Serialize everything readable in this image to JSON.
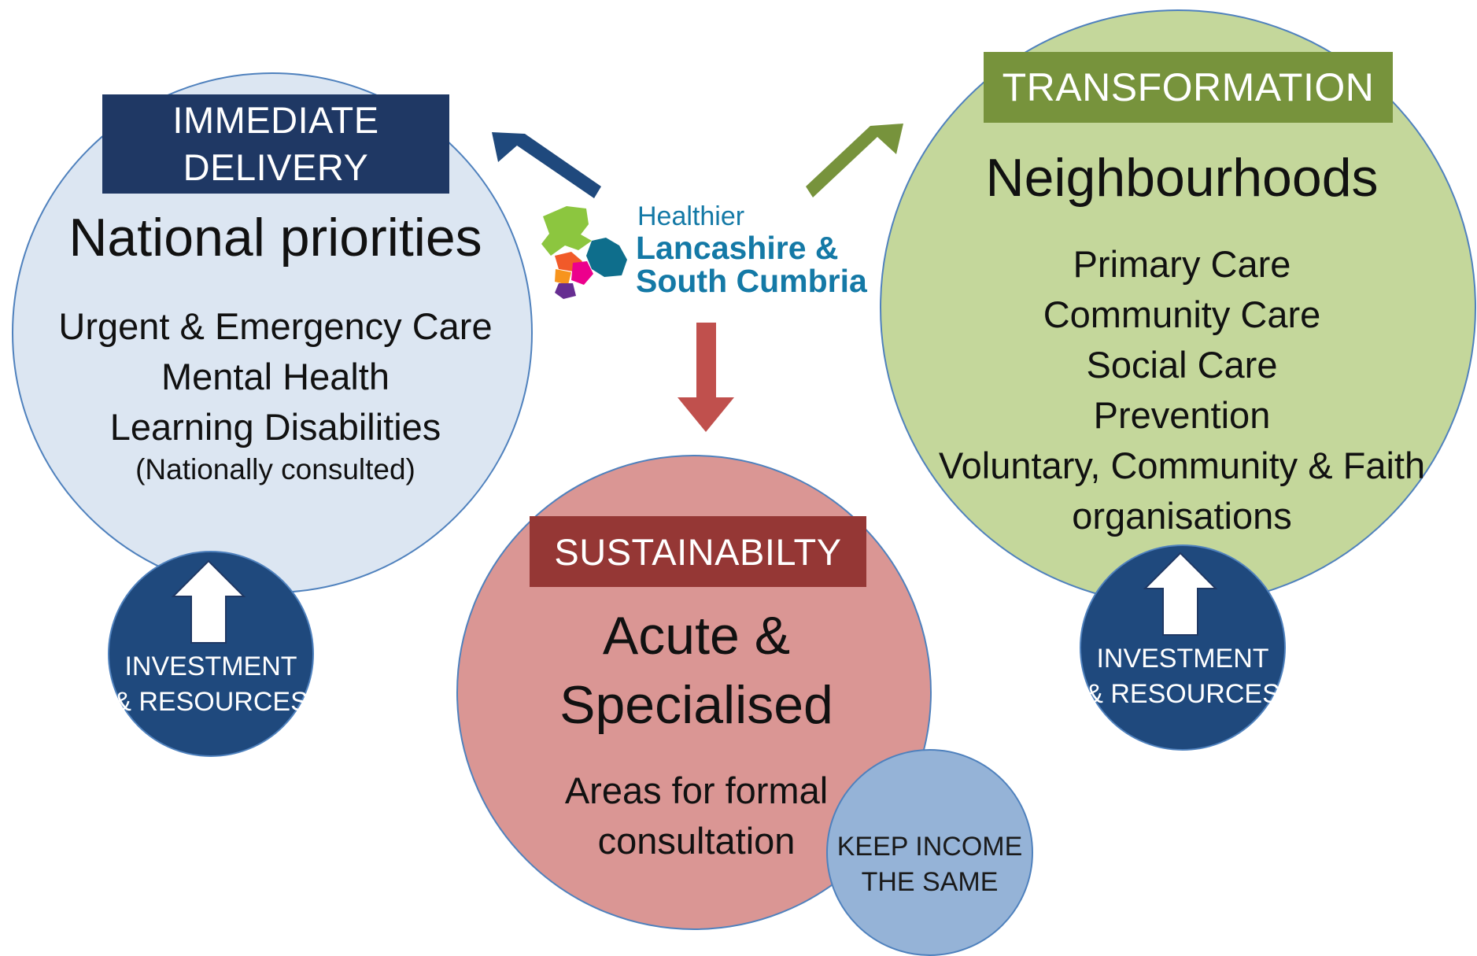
{
  "colors": {
    "immediate_fill": "#dce6f2",
    "immediate_banner": "#1f3864",
    "transformation_fill": "#c4d79b",
    "transformation_banner": "#77933c",
    "sustainability_fill": "#da9694",
    "sustainability_banner": "#953735",
    "investment_fill": "#1f497d",
    "keep_income_fill": "#95b3d7",
    "arrow_blue": "#1f497d",
    "arrow_green": "#77933c",
    "arrow_red": "#c0504d"
  },
  "logo": {
    "line1": "Healthier",
    "line2": "Lancashire &",
    "line3": "South Cumbria"
  },
  "immediate": {
    "banner": [
      "IMMEDIATE",
      "DELIVERY"
    ],
    "title": "National priorities",
    "items": [
      "Urgent & Emergency Care",
      "Mental Health",
      "Learning Disabilities"
    ],
    "note": "(Nationally consulted)"
  },
  "transformation": {
    "banner": "TRANSFORMATION",
    "title": "Neighbourhoods",
    "items": [
      "Primary Care",
      "Community Care",
      "Social Care",
      "Prevention",
      "Voluntary, Community & Faith",
      "organisations"
    ]
  },
  "sustainability": {
    "banner": "SUSTAINABILTY",
    "title": [
      "Acute &",
      "Specialised"
    ],
    "items": [
      "Areas for formal",
      "consultation"
    ]
  },
  "investment_left": {
    "icon": "up-arrow-icon",
    "lines": [
      "INVESTMENT",
      "& RESOURCES"
    ]
  },
  "investment_right": {
    "icon": "up-arrow-icon",
    "lines": [
      "INVESTMENT",
      "& RESOURCES"
    ]
  },
  "keep_income": {
    "lines": [
      "KEEP INCOME",
      "THE SAME"
    ]
  }
}
